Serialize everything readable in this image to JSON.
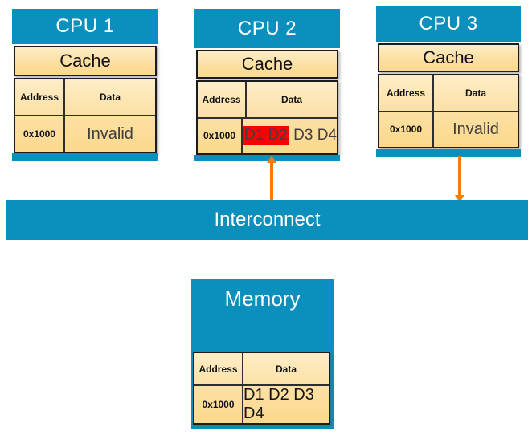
{
  "diagram": {
    "cpus": [
      {
        "title": "CPU 1",
        "cache_label": "Cache",
        "columns": {
          "address": "Address",
          "data": "Data"
        },
        "row": {
          "address": "0x1000",
          "data": "Invalid"
        }
      },
      {
        "title": "CPU 2",
        "cache_label": "Cache",
        "columns": {
          "address": "Address",
          "data": "Data"
        },
        "row": {
          "address": "0x1000",
          "data_highlighted": "D1 D2",
          "data_rest": "D3 D4"
        }
      },
      {
        "title": "CPU 3",
        "cache_label": "Cache",
        "columns": {
          "address": "Address",
          "data": "Data"
        },
        "row": {
          "address": "0x1000",
          "data": "Invalid"
        }
      }
    ],
    "interconnect": {
      "label": "Interconnect"
    },
    "memory": {
      "title": "Memory",
      "columns": {
        "address": "Address",
        "data": "Data"
      },
      "row": {
        "address": "0x1000",
        "data": "D1 D2 D3 D4"
      }
    },
    "connections": [
      {
        "from": "Interconnect",
        "to": "CPU 2 cache",
        "direction": "up"
      },
      {
        "from": "CPU 3 cache",
        "to": "Interconnect",
        "direction": "down"
      }
    ],
    "colors": {
      "block_blue": "#0b90bd",
      "cell_gradient_top": "#fdedc7",
      "cell_gradient_bottom": "#fbd98d",
      "highlight_red": "#ff0000",
      "arrow_orange": "#f97b0c",
      "data_text_gray": "#3f3f3f"
    }
  }
}
